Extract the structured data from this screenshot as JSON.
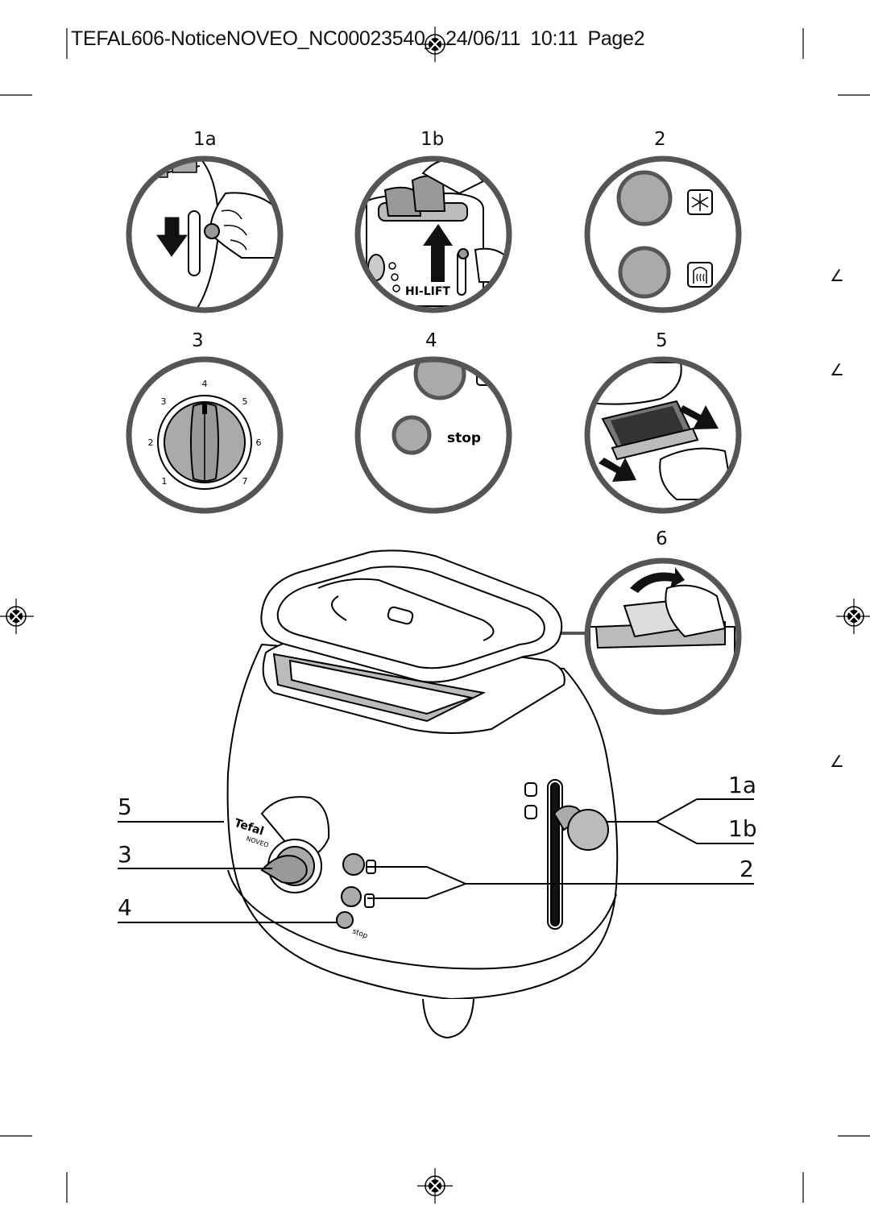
{
  "header": {
    "file": "TEFAL606-NoticeNOVEO_NC00023540_",
    "date": "24/06/11",
    "time": "10:11",
    "page": "Page2"
  },
  "panels": {
    "p1a": "1a",
    "p1b": "1b",
    "p2": "2",
    "p3": "3",
    "p4": "4",
    "p5": "5",
    "p6": "6"
  },
  "panel_1b_text": "HI-LIFT",
  "panel_4_text": "stop",
  "dial_numbers": [
    "1",
    "2",
    "3",
    "4",
    "5",
    "6",
    "7"
  ],
  "toaster": {
    "brand": "Tefal",
    "model": "NOVEO",
    "stop_text": "stop",
    "callouts_left": [
      "5",
      "3",
      "4"
    ],
    "callouts_right": [
      "1a",
      "1b",
      "2"
    ]
  },
  "margin_marks": [
    "∠",
    "∠",
    "∠"
  ]
}
